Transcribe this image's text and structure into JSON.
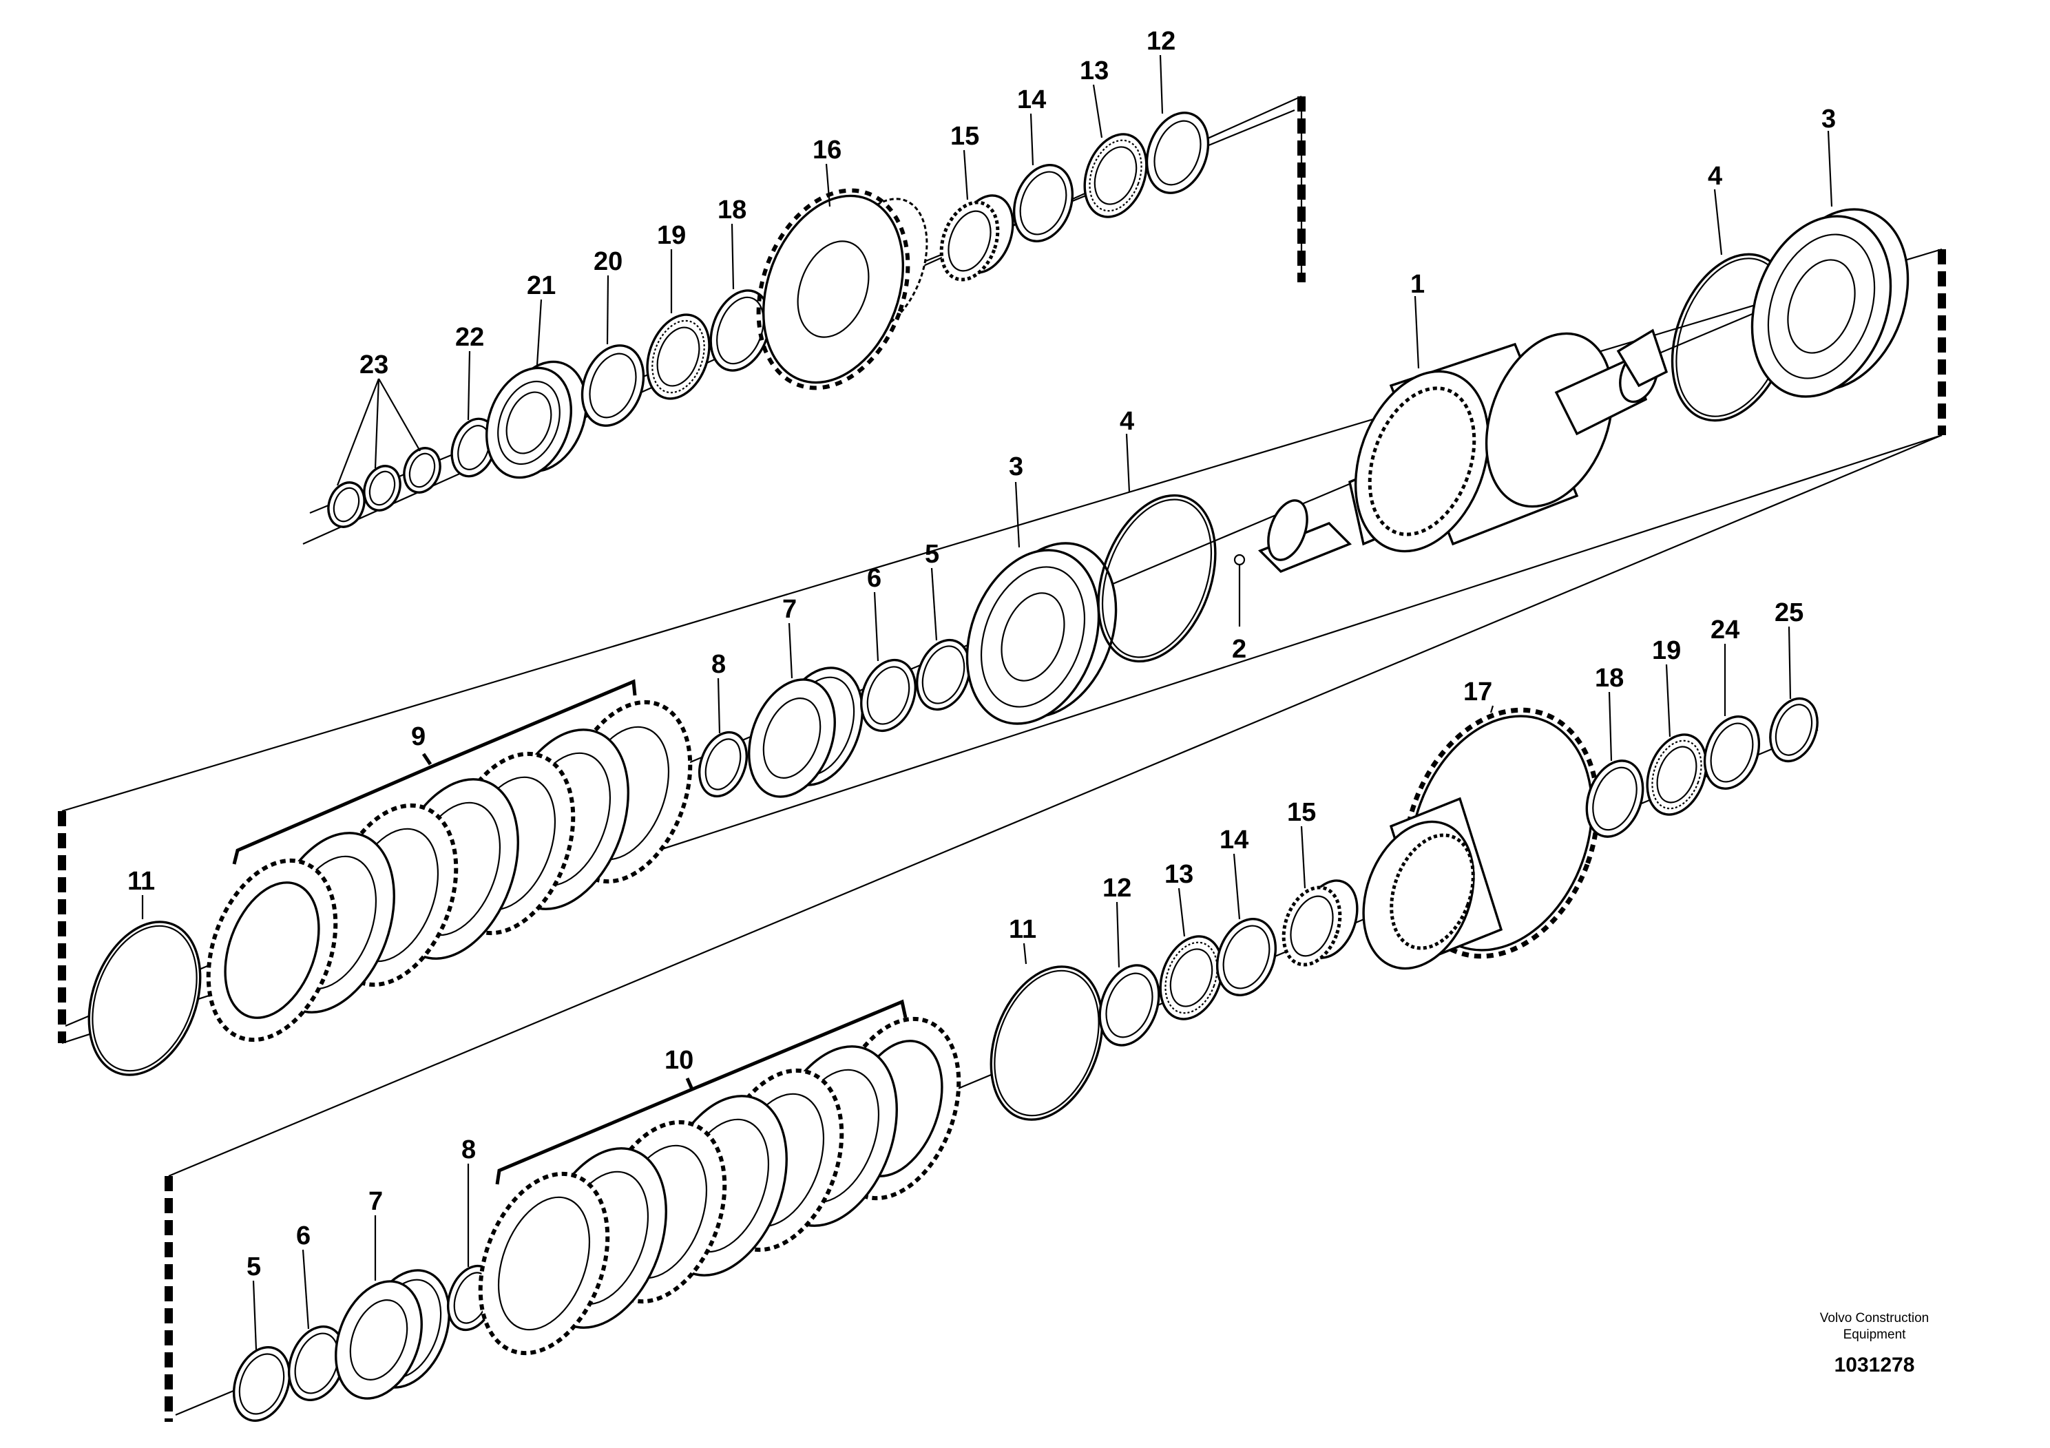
{
  "diagram": {
    "publisher_line1": "Volvo Construction",
    "publisher_line2": "Equipment",
    "document_number": "1031278",
    "callouts": [
      {
        "id": "c1",
        "label": "1"
      },
      {
        "id": "c2",
        "label": "2"
      },
      {
        "id": "c3a",
        "label": "3"
      },
      {
        "id": "c3b",
        "label": "3"
      },
      {
        "id": "c4a",
        "label": "4"
      },
      {
        "id": "c4b",
        "label": "4"
      },
      {
        "id": "c5a",
        "label": "5"
      },
      {
        "id": "c5b",
        "label": "5"
      },
      {
        "id": "c6a",
        "label": "6"
      },
      {
        "id": "c6b",
        "label": "6"
      },
      {
        "id": "c7a",
        "label": "7"
      },
      {
        "id": "c7b",
        "label": "7"
      },
      {
        "id": "c8a",
        "label": "8"
      },
      {
        "id": "c8b",
        "label": "8"
      },
      {
        "id": "c9",
        "label": "9"
      },
      {
        "id": "c10",
        "label": "10"
      },
      {
        "id": "c11a",
        "label": "11"
      },
      {
        "id": "c11b",
        "label": "11"
      },
      {
        "id": "c12a",
        "label": "12"
      },
      {
        "id": "c12b",
        "label": "12"
      },
      {
        "id": "c13a",
        "label": "13"
      },
      {
        "id": "c13b",
        "label": "13"
      },
      {
        "id": "c14a",
        "label": "14"
      },
      {
        "id": "c14b",
        "label": "14"
      },
      {
        "id": "c15a",
        "label": "15"
      },
      {
        "id": "c15b",
        "label": "15"
      },
      {
        "id": "c16",
        "label": "16"
      },
      {
        "id": "c17",
        "label": "17"
      },
      {
        "id": "c18a",
        "label": "18"
      },
      {
        "id": "c18b",
        "label": "18"
      },
      {
        "id": "c19a",
        "label": "19"
      },
      {
        "id": "c19b",
        "label": "19"
      },
      {
        "id": "c20",
        "label": "20"
      },
      {
        "id": "c21",
        "label": "21"
      },
      {
        "id": "c22",
        "label": "22"
      },
      {
        "id": "c23",
        "label": "23"
      },
      {
        "id": "c24",
        "label": "24"
      },
      {
        "id": "c25",
        "label": "25"
      }
    ]
  }
}
